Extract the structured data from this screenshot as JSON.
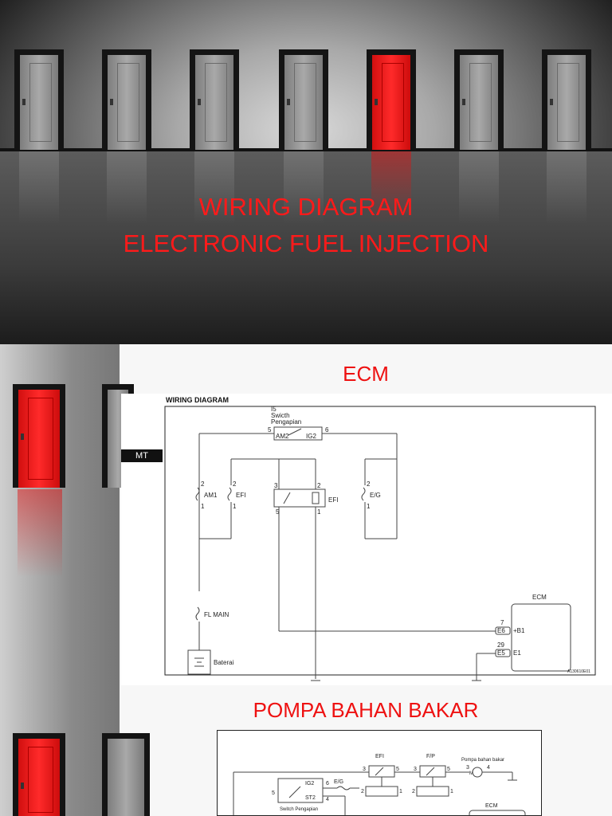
{
  "slide1": {
    "title_line1": "WIRING DIAGRAM",
    "title_line2": "ELECTRONIC FUEL INJECTION"
  },
  "slide2": {
    "title": "ECM",
    "diagram_header": "WIRING DIAGRAM",
    "side_label": "MT",
    "labels": {
      "switch_no": "I5",
      "switch_name_1": "Swicth",
      "switch_name_2": "Pengapian",
      "am2": "AM2",
      "ig2": "IG2",
      "pin5": "5",
      "pin6": "6",
      "am1": "AM1",
      "efi_fuse": "EFI",
      "efi_relay": "EFI",
      "eg": "E/G",
      "fl_main": "FL MAIN",
      "baterai": "Baterai",
      "ecm": "ECM",
      "e6": "E6",
      "pin7": "7",
      "b1": "+B1",
      "e5": "E5",
      "pin29": "29",
      "e1": "E1",
      "p2": "2",
      "p1": "1",
      "p3": "3",
      "p5": "5",
      "code": "A130610E01"
    }
  },
  "slide3": {
    "title": "POMPA BAHAN BAKAR",
    "labels": {
      "efi": "EFI",
      "fp": "F/P",
      "pompa": "Pompa bahan bakar",
      "ig2": "IG2",
      "st2": "ST2",
      "eg": "E/G",
      "ecm": "ECM",
      "switch": "Switch Pengapian",
      "n3": "3",
      "n5": "5",
      "n4": "4",
      "n2": "2",
      "n1": "1",
      "n6": "6",
      "m": "M"
    }
  },
  "colors": {
    "accent_red": "#ee1111",
    "door_red": "#ff2a2a"
  }
}
